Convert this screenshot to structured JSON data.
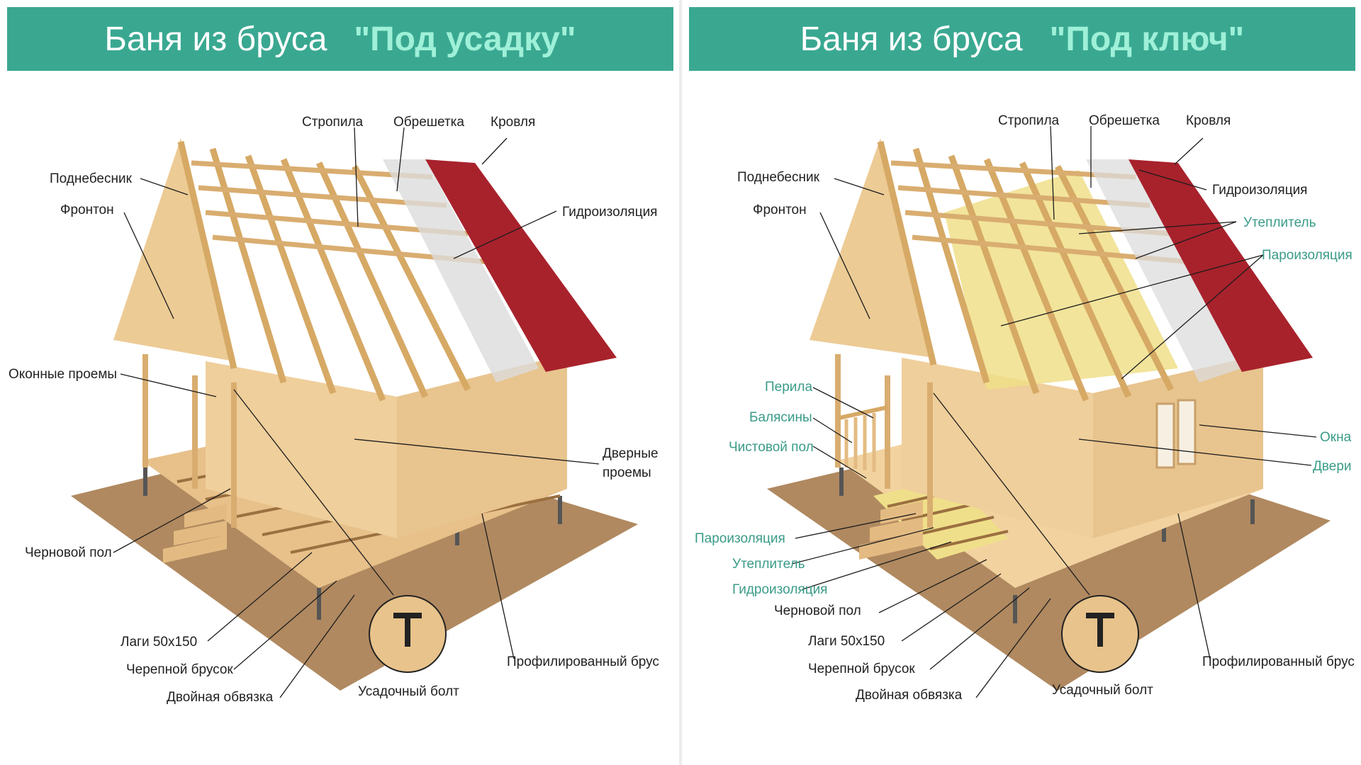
{
  "left": {
    "title": "Баня из бруса",
    "subtitle": "\"Под усадку\"",
    "labels": {
      "stropila": "Стропила",
      "obreshetka": "Обрешетка",
      "krovlya": "Кровля",
      "podnebesnik": "Поднебесник",
      "fronton": "Фронтон",
      "gidroizolyaciya": "Гидроизоляция",
      "okonnye_proemy": "Оконные проемы",
      "dvernye_proemy_1": "Дверные",
      "dvernye_proemy_2": "проемы",
      "chernovoy_pol": "Черновой пол",
      "lagi": "Лаги 50x150",
      "cherepnoy_brusok": "Черепной брусок",
      "dvoynaya_obvyazka": "Двойная обвязка",
      "usadochny_bolt": "Усадочный болт",
      "profilirovanny_brus": "Профилированный брус"
    }
  },
  "right": {
    "title": "Баня из бруса",
    "subtitle": "\"Под ключ\"",
    "labels": {
      "stropila": "Стропила",
      "obreshetka": "Обрешетка",
      "krovlya": "Кровля",
      "podnebesnik": "Поднебесник",
      "fronton": "Фронтон",
      "gidroizolyaciya_roof": "Гидроизоляция",
      "uteplitel_roof": "Утеплитель",
      "paroizolyaciya_roof": "Пароизоляция",
      "perila": "Перила",
      "balyasiny": "Балясины",
      "chistovoy_pol": "Чистовой пол",
      "okna": "Окна",
      "dveri": "Двери",
      "paroizolyaciya_floor": "Пароизоляция",
      "uteplitel_floor": "Утеплитель",
      "gidroizolyaciya_floor": "Гидроизоляция",
      "chernovoy_pol": "Черновой пол",
      "lagi": "Лаги 50x150",
      "cherepnoy_brusok": "Черепной брусок",
      "dvoynaya_obvyazka": "Двойная обвязка",
      "usadochny_bolt": "Усадочный болт",
      "profilirovanny_brus": "Профилированный брус"
    }
  },
  "colors": {
    "banner": "#3aa891",
    "banner_accent": "#9ff0d8",
    "label_teal": "#3a9b88",
    "wood": "#ecc991",
    "wood_dark": "#d4a867",
    "roof": "#a8222c",
    "ground": "#b08960",
    "insulation": "#f0df8a"
  }
}
